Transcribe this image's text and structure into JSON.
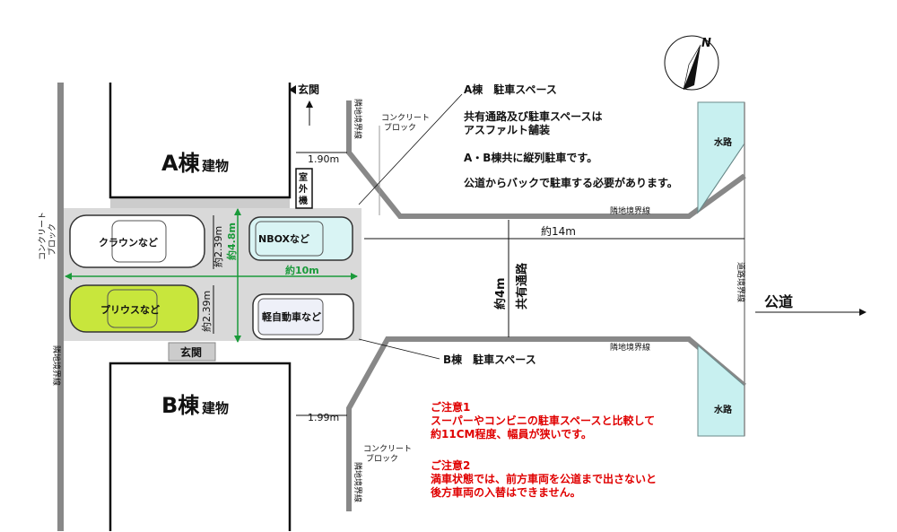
{
  "compass": {
    "north": "N"
  },
  "buildingA": {
    "main": "A棟",
    "sub": "建物"
  },
  "buildingB": {
    "main": "B棟",
    "sub": "建物"
  },
  "entranceA": "玄関",
  "entranceB": "玄関",
  "outdoorUnit": [
    "室",
    "外",
    "機"
  ],
  "dimensions": {
    "a_setback": "1.90m",
    "b_setback": "1.99m",
    "bay_upper": "約2.39m",
    "bay_lower": "約2.39m",
    "parking_depth": "約4.8m",
    "parking_width": "約10m",
    "aisle_length": "約14m",
    "aisle_width": "約4m"
  },
  "aisle_label": "共有通路",
  "cars": {
    "crown": "クラウンなど",
    "prius": "プリウスなど",
    "nbox": "NBOXなど",
    "kei": "軽自動車など"
  },
  "labels": {
    "concrete_block": [
      "コンクリート",
      "ブロック"
    ],
    "boundary": "隣地境界線",
    "road_boundary": "道路境界線",
    "waterway": "水路",
    "public_road": "公道",
    "a_parking": "A棟　駐車スペース",
    "b_parking": "B棟　駐車スペース"
  },
  "notes": [
    "共有通路及び駐車スペースは",
    "アスファルト舗装",
    "A・B棟共に縦列駐車です。",
    "公道からバックで駐車する必要があります。"
  ],
  "caution1": {
    "title": "ご注意1",
    "lines": [
      "スーパーやコンビニの駐車スペースと比較して",
      "約11CM程度、幅員が狭いです。"
    ]
  },
  "caution2": {
    "title": "ご注意2",
    "lines": [
      "満車状態では、前方車両を公道まで出さないと",
      "後方車両の入替はできません。"
    ]
  },
  "colors": {
    "paving": "#d9d9d9",
    "waterway": "#c8f0f0",
    "prius": "#c8e63c",
    "nbox": "#d9f4f4",
    "caution": "#e00000",
    "dimension_green": "#1a9a3a"
  }
}
